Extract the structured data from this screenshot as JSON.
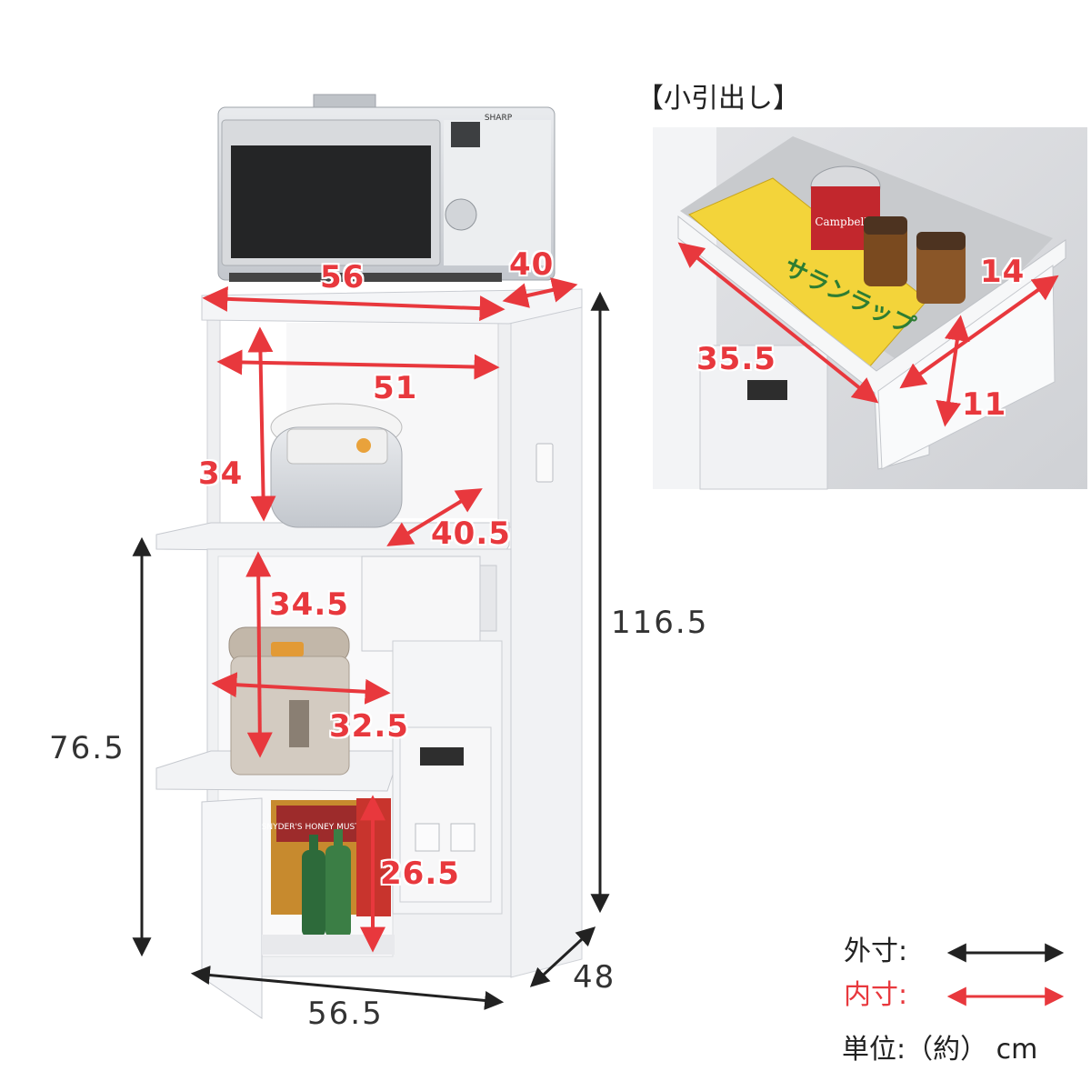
{
  "drawer_heading": "【小引出し】",
  "product_texts": {
    "microwave_brand": "SHARP",
    "wrap_label": "サランラップ",
    "can_label": "Campbell's",
    "snack_label": "SNYDER'S HONEY MUSTARD"
  },
  "dimensions": {
    "outer": {
      "top_width": "56",
      "top_depth": "40",
      "total_height": "116.5",
      "lower_height": "76.5",
      "base_width": "56.5",
      "base_depth": "48"
    },
    "inner": {
      "shelf_width": "51",
      "shelf_height": "34",
      "slide_depth": "40.5",
      "mid_height": "34.5",
      "mid_width": "32.5",
      "bottom_height": "26.5",
      "drawer_width": "35.5",
      "drawer_depth": "14",
      "drawer_height": "11"
    }
  },
  "legend": {
    "outer_label": "外寸:",
    "inner_label": "内寸:",
    "unit_label": "単位:（約） cm"
  },
  "colors": {
    "inner_arrow": "#e8383d",
    "outer_arrow": "#222222",
    "furniture": "#f3f3f5",
    "furniture_edge": "#c9ccd2"
  }
}
